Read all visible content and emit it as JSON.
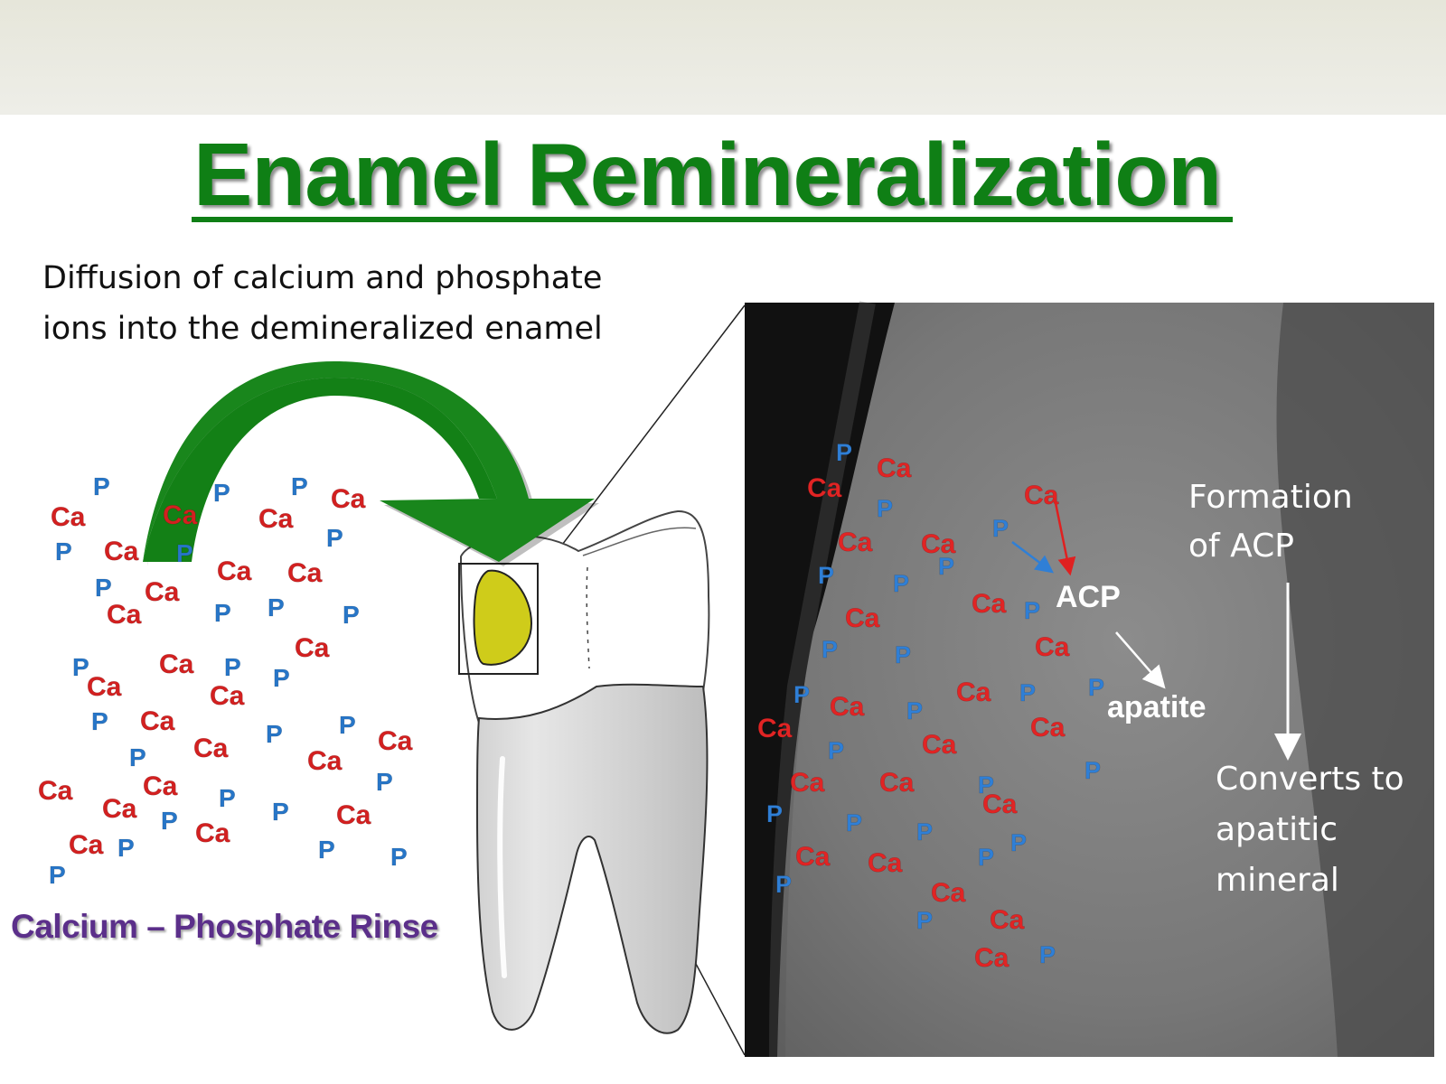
{
  "title": "Enamel Remineralization",
  "description_lines": [
    "Diffusion of calcium and phosphate",
    "ions into the demineralized enamel"
  ],
  "rinse_label": "Calcium – Phosphate Rinse",
  "ion_labels": {
    "calcium": "Ca",
    "phosphate": "P"
  },
  "micrograph": {
    "acp_label": "ACP",
    "apatite_label": "apatite",
    "formation_lines": [
      "Formation",
      "of ACP"
    ],
    "converts_lines": [
      "Converts to",
      "apatitic",
      "mineral"
    ]
  },
  "colors": {
    "title": "#0f7f15",
    "calcium": "#d32020",
    "phosphate": "#2776c8",
    "rinse": "#5b2f8a",
    "lesion": "#cfcc1a"
  }
}
